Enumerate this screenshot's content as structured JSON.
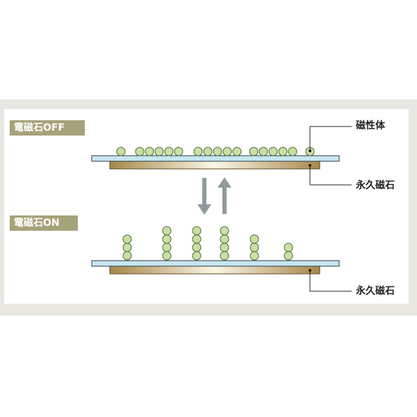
{
  "labels": {
    "state_off": "電磁石OFF",
    "state_on": "電磁石ON",
    "magnetic_body": "磁性体",
    "permanent_magnet_top": "永久磁石",
    "permanent_magnet_bottom": "永久磁石"
  },
  "colors": {
    "badge": "#a6a27a",
    "frame": "#e9e7e1",
    "plate_fill": "#c7e6f0",
    "plate_stroke": "#2a3a44",
    "magnet_dark": "#a8884a",
    "magnet_light": "#fbf6e6",
    "sphere_fill": "#c8e0a4",
    "sphere_stroke": "#4c6a37",
    "arrow": "#8f9a9d"
  },
  "icons": {
    "down_arrow": "down-arrow-icon",
    "up_arrow": "up-arrow-icon"
  },
  "off_state": {
    "sphere_count": 17
  },
  "on_state": {
    "stacks": [
      3,
      4,
      4,
      4,
      3,
      2
    ]
  }
}
